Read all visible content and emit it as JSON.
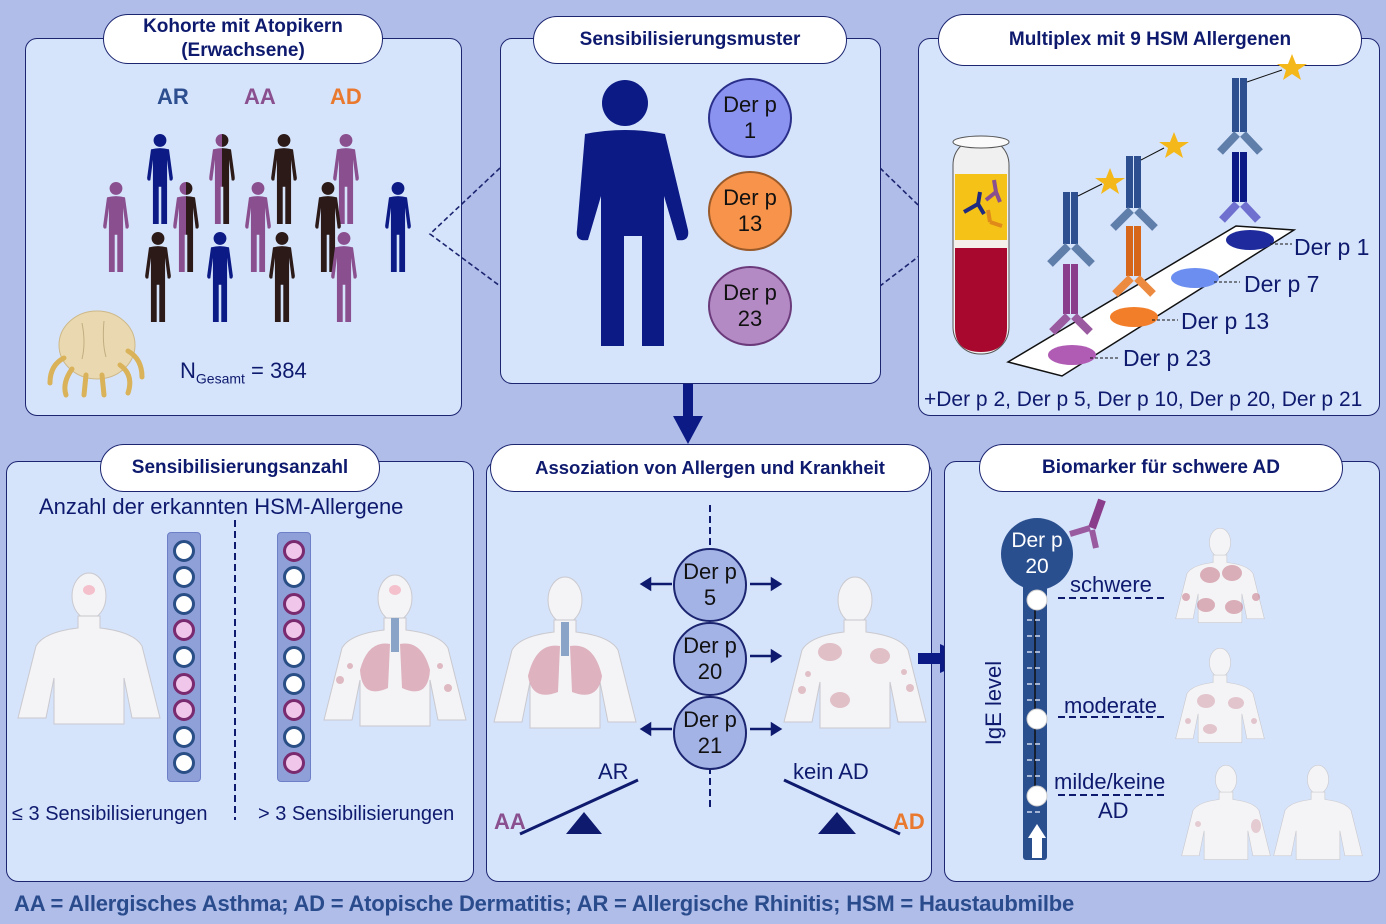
{
  "colors": {
    "background": "#b0bde9",
    "panel": "#d6e4fb",
    "navy": "#0e1a6e",
    "AR": "#2d4f8f",
    "AA": "#8a4f8e",
    "AD": "#e9792e",
    "positive_dot": "#f0c6ea",
    "negative_dot": "#ffffff"
  },
  "panels": {
    "cohort": {
      "title_line1": "Kohorte mit Atopikern",
      "title_line2": "(Erwachsene)",
      "groups": [
        {
          "label": "AR",
          "color": "#2d4f8f"
        },
        {
          "label": "AA",
          "color": "#8a4f8e"
        },
        {
          "label": "AD",
          "color": "#e9792e"
        }
      ],
      "n_label": "N",
      "n_subscript": "Gesamt",
      "n_value": "= 384",
      "icon": "house-dust-mite"
    },
    "pattern": {
      "title": "Sensibilisierungsmuster",
      "allergens": [
        {
          "line1": "Der p",
          "line2": "1",
          "color": "#8b93f0"
        },
        {
          "line1": "Der p",
          "line2": "13",
          "color": "#f7934a"
        },
        {
          "line1": "Der p",
          "line2": "23",
          "color": "#b48ac4"
        }
      ]
    },
    "multiplex": {
      "title": "Multiplex mit 9 HSM Allergenen",
      "spots": [
        {
          "label": "Der p 1",
          "color": "#1f2b9c"
        },
        {
          "label": "Der p 7",
          "color": "#6c8ef0"
        },
        {
          "label": "Der p 13",
          "color": "#f27e2a"
        },
        {
          "label": "Der p 23",
          "color": "#b05cb5"
        }
      ],
      "additional": "+Der p 2, Der p 5, Der p 10, Der p 20, Der p 21"
    },
    "count": {
      "title": "Sensibilisierungsanzahl",
      "subtitle": "Anzahl der erkannten HSM-Allergene",
      "left_label": "≤ 3 Sensibilisierungen",
      "right_label": "> 3 Sensibilisierungen",
      "left_dots": [
        false,
        false,
        false,
        true,
        false,
        true,
        true,
        false,
        false
      ],
      "right_dots": [
        true,
        false,
        true,
        true,
        false,
        false,
        true,
        false,
        true
      ]
    },
    "association": {
      "title": "Assoziation von Allergen und Krankheit",
      "allergens": [
        {
          "line1": "Der p",
          "line2": "5",
          "arrows": "both"
        },
        {
          "line1": "Der p",
          "line2": "20",
          "arrows": "right"
        },
        {
          "line1": "Der p",
          "line2": "21",
          "arrows": "both"
        }
      ],
      "left_high": "AR",
      "left_low": "AA",
      "right_high": "kein AD",
      "right_low": "AD"
    },
    "biomarker": {
      "title": "Biomarker für schwere AD",
      "marker_line1": "Der p",
      "marker_line2": "20",
      "axis_label": "IgE level",
      "levels": [
        {
          "label": "schwere"
        },
        {
          "label": "moderate"
        },
        {
          "label": "milde/keine",
          "label2": "AD"
        }
      ]
    }
  },
  "footer": "AA = Allergisches Asthma; AD = Atopische Dermatitis; AR = Allergische Rhinitis; HSM = Haustaubmilbe"
}
